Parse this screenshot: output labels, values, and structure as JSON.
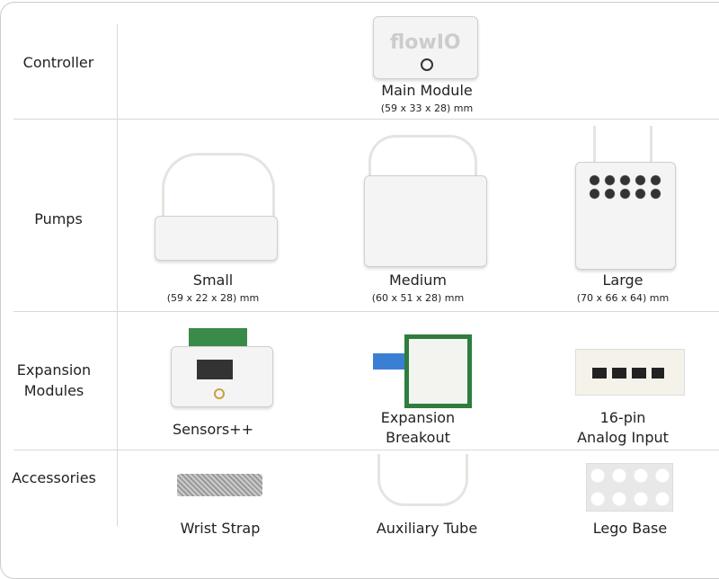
{
  "rows": {
    "controller": {
      "label": "Controller",
      "items": [
        {
          "name": "Main Module",
          "dims": "(59 x 33 x 28) mm"
        }
      ]
    },
    "pumps": {
      "label": "Pumps",
      "items": [
        {
          "name": "Small",
          "dims": "(59 x 22 x 28) mm"
        },
        {
          "name": "Medium",
          "dims": "(60 x 51 x 28) mm"
        },
        {
          "name": "Large",
          "dims": "(70 x 66 x 64) mm"
        }
      ]
    },
    "expansion": {
      "label": "Expansion Modules",
      "items": [
        {
          "name": "Sensors++"
        },
        {
          "name": "Expansion Breakout"
        },
        {
          "name": "16-pin Analog Input"
        }
      ]
    },
    "accessories": {
      "label": "Accessories",
      "items": [
        {
          "name": "Wrist Strap"
        },
        {
          "name": "Auxiliary Tube"
        },
        {
          "name": "Lego Base"
        }
      ]
    }
  },
  "logo_text": "flowIO"
}
